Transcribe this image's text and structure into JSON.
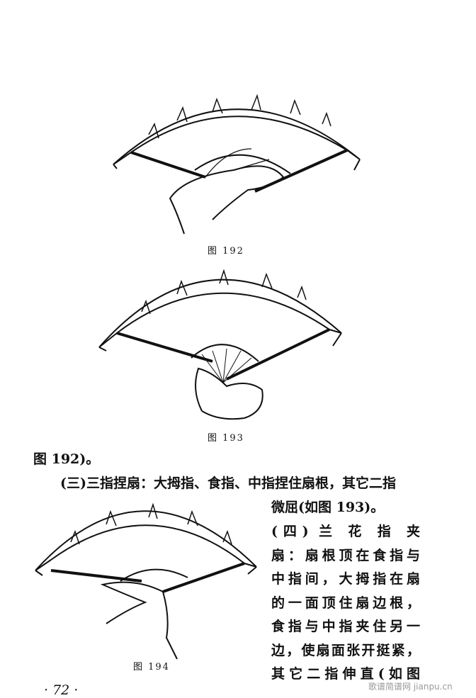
{
  "figures": [
    {
      "caption": "图  192"
    },
    {
      "caption": "图  193"
    },
    {
      "caption": "图  194"
    }
  ],
  "text": {
    "line1": "图 192)。",
    "line2": "(三)三指捏扇：大拇指、食指、中指捏住扇根，其它二指",
    "line3": "微屈(如图 193)。",
    "column": [
      "(四) 兰 花 指 夹",
      "扇：扇根顶在食指与",
      "中指间，大拇指在扇",
      "的一面顶住扇边根，",
      "食指与中指夹住另一",
      "边，使扇面张开挺紧，",
      "其它二指伸直(如图"
    ]
  },
  "page_number": "· 72 ·",
  "watermark": "歌谱简谱网 jianpu.cn"
}
